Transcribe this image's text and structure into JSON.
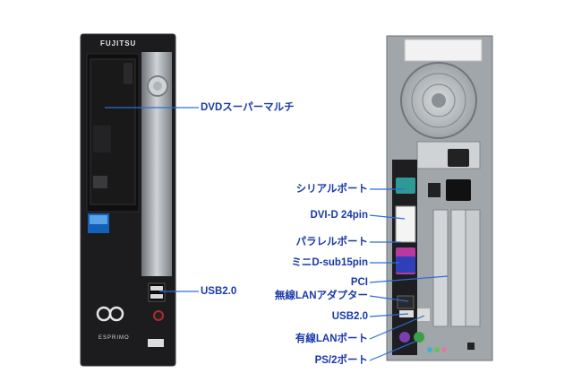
{
  "front": {
    "brand": "FUJITSU",
    "model": "ESPRIMO",
    "callouts": {
      "dvd": "DVDスーパーマルチ",
      "usb": "USB2.0"
    }
  },
  "rear": {
    "callouts": {
      "serial": "シリアルポート",
      "dvi": "DVI-D 24pin",
      "parallel": "パラレルポート",
      "dsub": "ミニD-sub15pin",
      "pci": "PCI",
      "lan_adapter": "無線LANアダプター",
      "usb": "USB2.0",
      "lan": "有線LANポート",
      "ps2": "PS/2ポート"
    }
  },
  "colors": {
    "callout_text": "#1a3aa8",
    "leader_line": "#2a6fd6",
    "case_front": "#1b1b1d",
    "case_rear": "#8e949a"
  }
}
